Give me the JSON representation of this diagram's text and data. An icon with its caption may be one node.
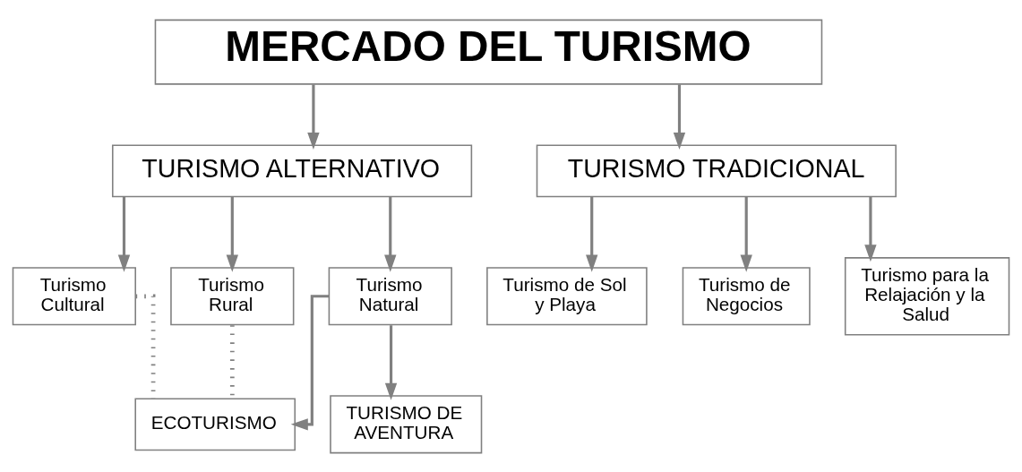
{
  "diagram": {
    "nodes": [
      {
        "text": [
          "MERCADO DEL TURISMO"
        ]
      },
      {
        "text": [
          "TURISMO ALTERNATIVO"
        ]
      },
      {
        "text": [
          "TURISMO TRADICIONAL"
        ]
      },
      {
        "text": [
          "Turismo Cultural"
        ]
      },
      {
        "text": [
          "Turismo Rural"
        ]
      },
      {
        "text": [
          "Turismo Natural"
        ]
      },
      {
        "text": [
          "Turismo de Sol y Playa"
        ]
      },
      {
        "text": [
          "Turismo de Negocios"
        ]
      },
      {
        "text": [
          "Turismo para la Relajación y la Salud"
        ]
      },
      {
        "text": [
          "ECOTURISMO"
        ]
      },
      {
        "text": [
          "TURISMO DE AVENTURA"
        ]
      }
    ],
    "edges": [
      {
        "from": 0,
        "to": 1,
        "arrow": "to"
      },
      {
        "from": 0,
        "to": 2,
        "arrow": "to"
      },
      {
        "from": 1,
        "to": 3,
        "arrow": "to"
      },
      {
        "from": 1,
        "to": 4,
        "arrow": "to"
      },
      {
        "from": 1,
        "to": 5,
        "arrow": "to"
      },
      {
        "from": 2,
        "to": 6,
        "arrow": "to"
      },
      {
        "from": 2,
        "to": 7,
        "arrow": "to"
      },
      {
        "from": 2,
        "to": 8,
        "arrow": "to"
      },
      {
        "from": 5,
        "to": 9,
        "arrow": "to"
      },
      {
        "from": 5,
        "to": 10,
        "arrow": "to"
      },
      {
        "from": 3,
        "to": 9,
        "arrow": "none",
        "style": "dashed"
      },
      {
        "from": 4,
        "to": 9,
        "arrow": "none",
        "style": "dashed"
      }
    ]
  }
}
